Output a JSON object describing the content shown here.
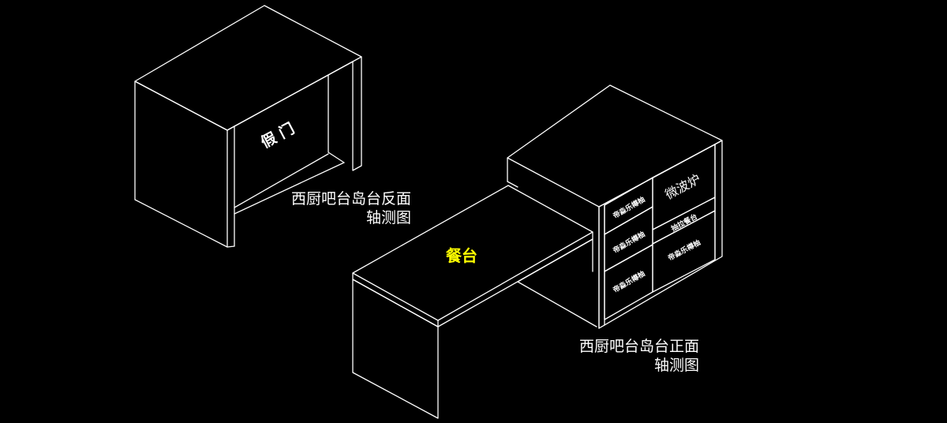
{
  "colors": {
    "background": "#000000",
    "lines": "#ffffff",
    "highlight": "#ffff00"
  },
  "rear_view": {
    "door_label": "假 门",
    "caption_line1": "西厨吧台岛台反面",
    "caption_line2": "轴测图"
  },
  "front_view": {
    "table_label": "餐台",
    "microwave_label": "微波炉",
    "pull_basket_label": "抽拉餐台",
    "drawer_label": "帝淼乐樽柚",
    "caption_line1": "西厨吧台岛台正面",
    "caption_line2": "轴测图"
  }
}
